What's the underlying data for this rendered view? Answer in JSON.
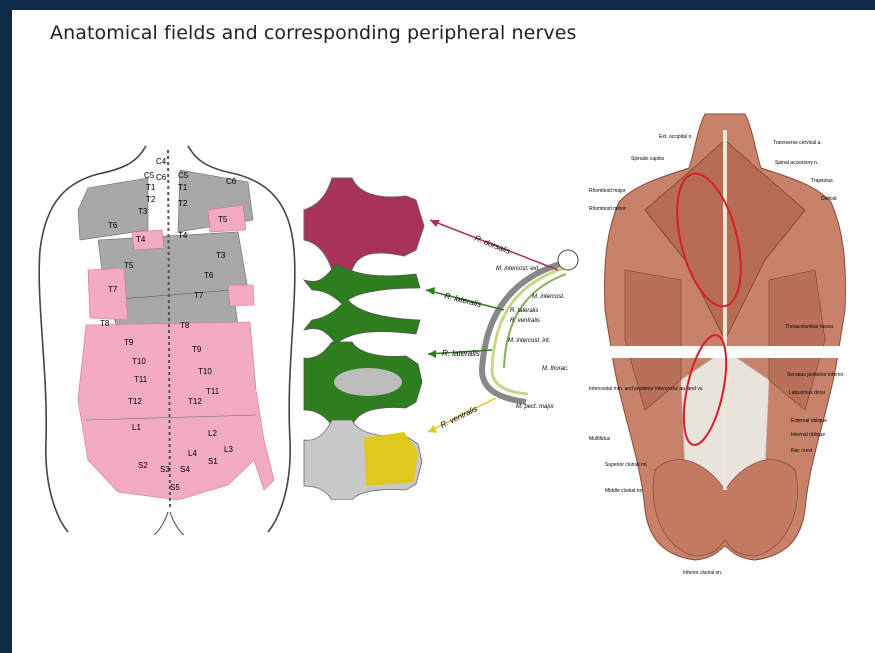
{
  "slide": {
    "title": "Anatomical fields and corresponding peripheral nerves"
  },
  "colors": {
    "frame": "#0f2a46",
    "dorsal": "#a8325a",
    "lateral": "#2e7d1e",
    "ventral": "#e0c81e",
    "pink": "#f2aac7",
    "gray": "#a8a8a8"
  },
  "dermatome_labels": {
    "cervical": [
      "C4",
      "C5",
      "C6",
      "C5",
      "C6"
    ],
    "thoracic_left": [
      "T1",
      "T2",
      "T3",
      "T4",
      "T5",
      "T6",
      "T7",
      "T8",
      "T9",
      "T10",
      "T11",
      "T12"
    ],
    "thoracic_right": [
      "T1",
      "T2",
      "T3",
      "T4",
      "T5",
      "T6",
      "T7",
      "T8",
      "T9",
      "T10",
      "T11",
      "T12"
    ],
    "lumbar_sacral": [
      "L1",
      "L2",
      "L3",
      "L4",
      "S1",
      "S2",
      "S3",
      "S4",
      "S5"
    ]
  },
  "nerve_labels": {
    "dorsal": "R. dorsalis",
    "lateral_1": "R. lateralis",
    "lateral_2": "R. lateralis",
    "ventral": "R. ventralis",
    "intercost_ext": "M. intercost. ext.",
    "intercost": "M. intercost.",
    "lateralis_inner": "R. lateralis",
    "ventralis_inner": "R. ventralis",
    "intercost_int": "M. intercost. int.",
    "pect_major": "M. pect. major",
    "thorac": "M. thorac."
  },
  "muscle_labels": {
    "left": [
      "Rhomboid major",
      "Rhomboid minor",
      "Spinalis capitis",
      "Intercostal mm. and posterior intercostal aa. and vv.",
      "Multifidus",
      "Superior clunial nn.",
      "Middle clunial nn."
    ],
    "right": [
      "Transverse cervical a.",
      "Spinal accessory n.",
      "Trapezius",
      "Deltoid",
      "Thoracolumbar fascia",
      "Serratus posterior inferior",
      "Latissimus dorsi",
      "External oblique",
      "Internal oblique",
      "Iliac crest"
    ],
    "top": "Ext. occipital n.",
    "bottom": "Inferior clunial nn."
  }
}
